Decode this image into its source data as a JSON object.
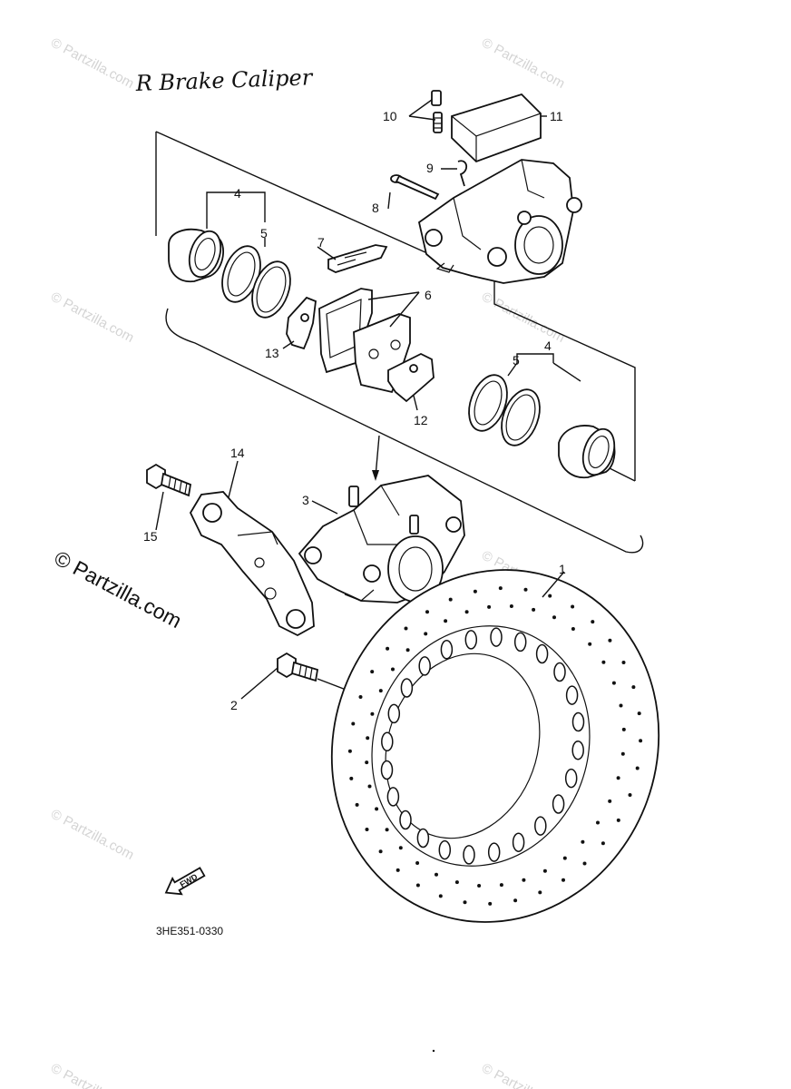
{
  "title_handwritten": "R Brake Caliper",
  "copyright": "© Partzilla.com",
  "watermark": "© Partzilla.com",
  "diagram_code": "3HE351-0330",
  "fwd_label": "FWD",
  "callouts": {
    "c1": "1",
    "c2": "2",
    "c3": "3",
    "c4a": "4",
    "c4b": "4",
    "c5a": "5",
    "c5b": "5",
    "c6": "6",
    "c7": "7",
    "c8": "8",
    "c9": "9",
    "c10": "10",
    "c11": "11",
    "c12": "12",
    "c13": "13",
    "c14": "14",
    "c15": "15"
  },
  "colors": {
    "ink": "#111111",
    "watermark": "#d4d4d4",
    "paper": "#ffffff"
  }
}
